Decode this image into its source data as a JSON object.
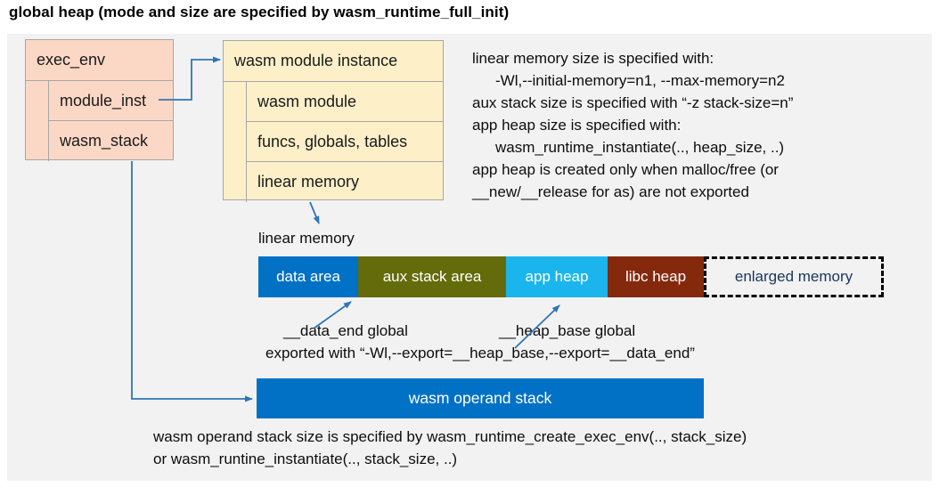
{
  "title": "global heap (mode and size are specified by wasm_runtime_full_init)",
  "exec_env": {
    "header": "exec_env",
    "fields": [
      "module_inst",
      "wasm_stack"
    ]
  },
  "module_instance": {
    "header": "wasm module instance",
    "fields": [
      "wasm module",
      "funcs, globals, tables",
      "linear memory"
    ]
  },
  "notes_right": {
    "lines": [
      "linear memory size is specified with:",
      "-Wl,--initial-memory=n1, --max-memory=n2",
      "aux stack size is specified with “-z stack-size=n”",
      "app heap size is specified with:",
      "wasm_runtime_instantiate(.., heap_size, ..)",
      "app heap is created only when malloc/free (or",
      "__new/__release for as) are not exported"
    ]
  },
  "linear_memory": {
    "label": "linear memory",
    "segments": [
      {
        "label": "data area",
        "color": "#0071c5",
        "text_color": "#ffffff"
      },
      {
        "label": "aux stack area",
        "color": "#646b0b",
        "text_color": "#ffffff"
      },
      {
        "label": "app heap",
        "color": "#1bb5ee",
        "text_color": "#ffffff"
      },
      {
        "label": "libc heap",
        "color": "#85290d",
        "text_color": "#ffffff"
      },
      {
        "label": "enlarged memory",
        "color": "transparent",
        "text_color": "#17375e"
      }
    ]
  },
  "annotations": {
    "data_end": "__data_end global",
    "heap_base": "__heap_base global",
    "export_note": "exported with “-Wl,--export=__heap_base,--export=__data_end”"
  },
  "operand_stack": {
    "label": "wasm operand stack"
  },
  "notes_bottom": {
    "lines": [
      "wasm operand stack size is specified by wasm_runtime_create_exec_env(.., stack_size)",
      "or wasm_runtine_instantiate(.., stack_size, ..)"
    ]
  },
  "colors": {
    "panel_bg": "#f2f2f2",
    "box_pink": "#fbd8c6",
    "box_cream": "#fdf0c9",
    "box_border": "#a6a6a6",
    "intel_blue": "#0071c5",
    "olive": "#646b0b",
    "cyan": "#1bb5ee",
    "dark_red": "#85290d",
    "arrow_blue": "#2e75b6",
    "enlarged_text_navy": "#17375e"
  }
}
